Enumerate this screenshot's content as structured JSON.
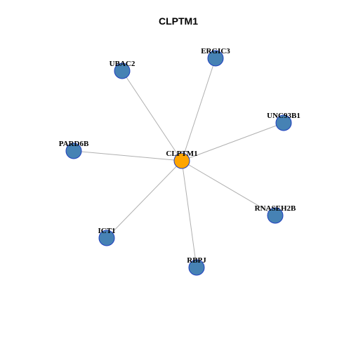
{
  "title": "CLPTM1",
  "colors": {
    "center_fill": "#FFA500",
    "node_fill": "#4682B4",
    "node_stroke": "#1F3FBF",
    "edge": "#B0B0B0"
  },
  "center": {
    "label": "CLPTM1"
  },
  "neighbors": [
    {
      "label": "ERGIC3"
    },
    {
      "label": "UBAC2"
    },
    {
      "label": "UNC93B1"
    },
    {
      "label": "PARD6B"
    },
    {
      "label": "RNASEH2B"
    },
    {
      "label": "ICT1"
    },
    {
      "label": "RBPJ"
    }
  ]
}
